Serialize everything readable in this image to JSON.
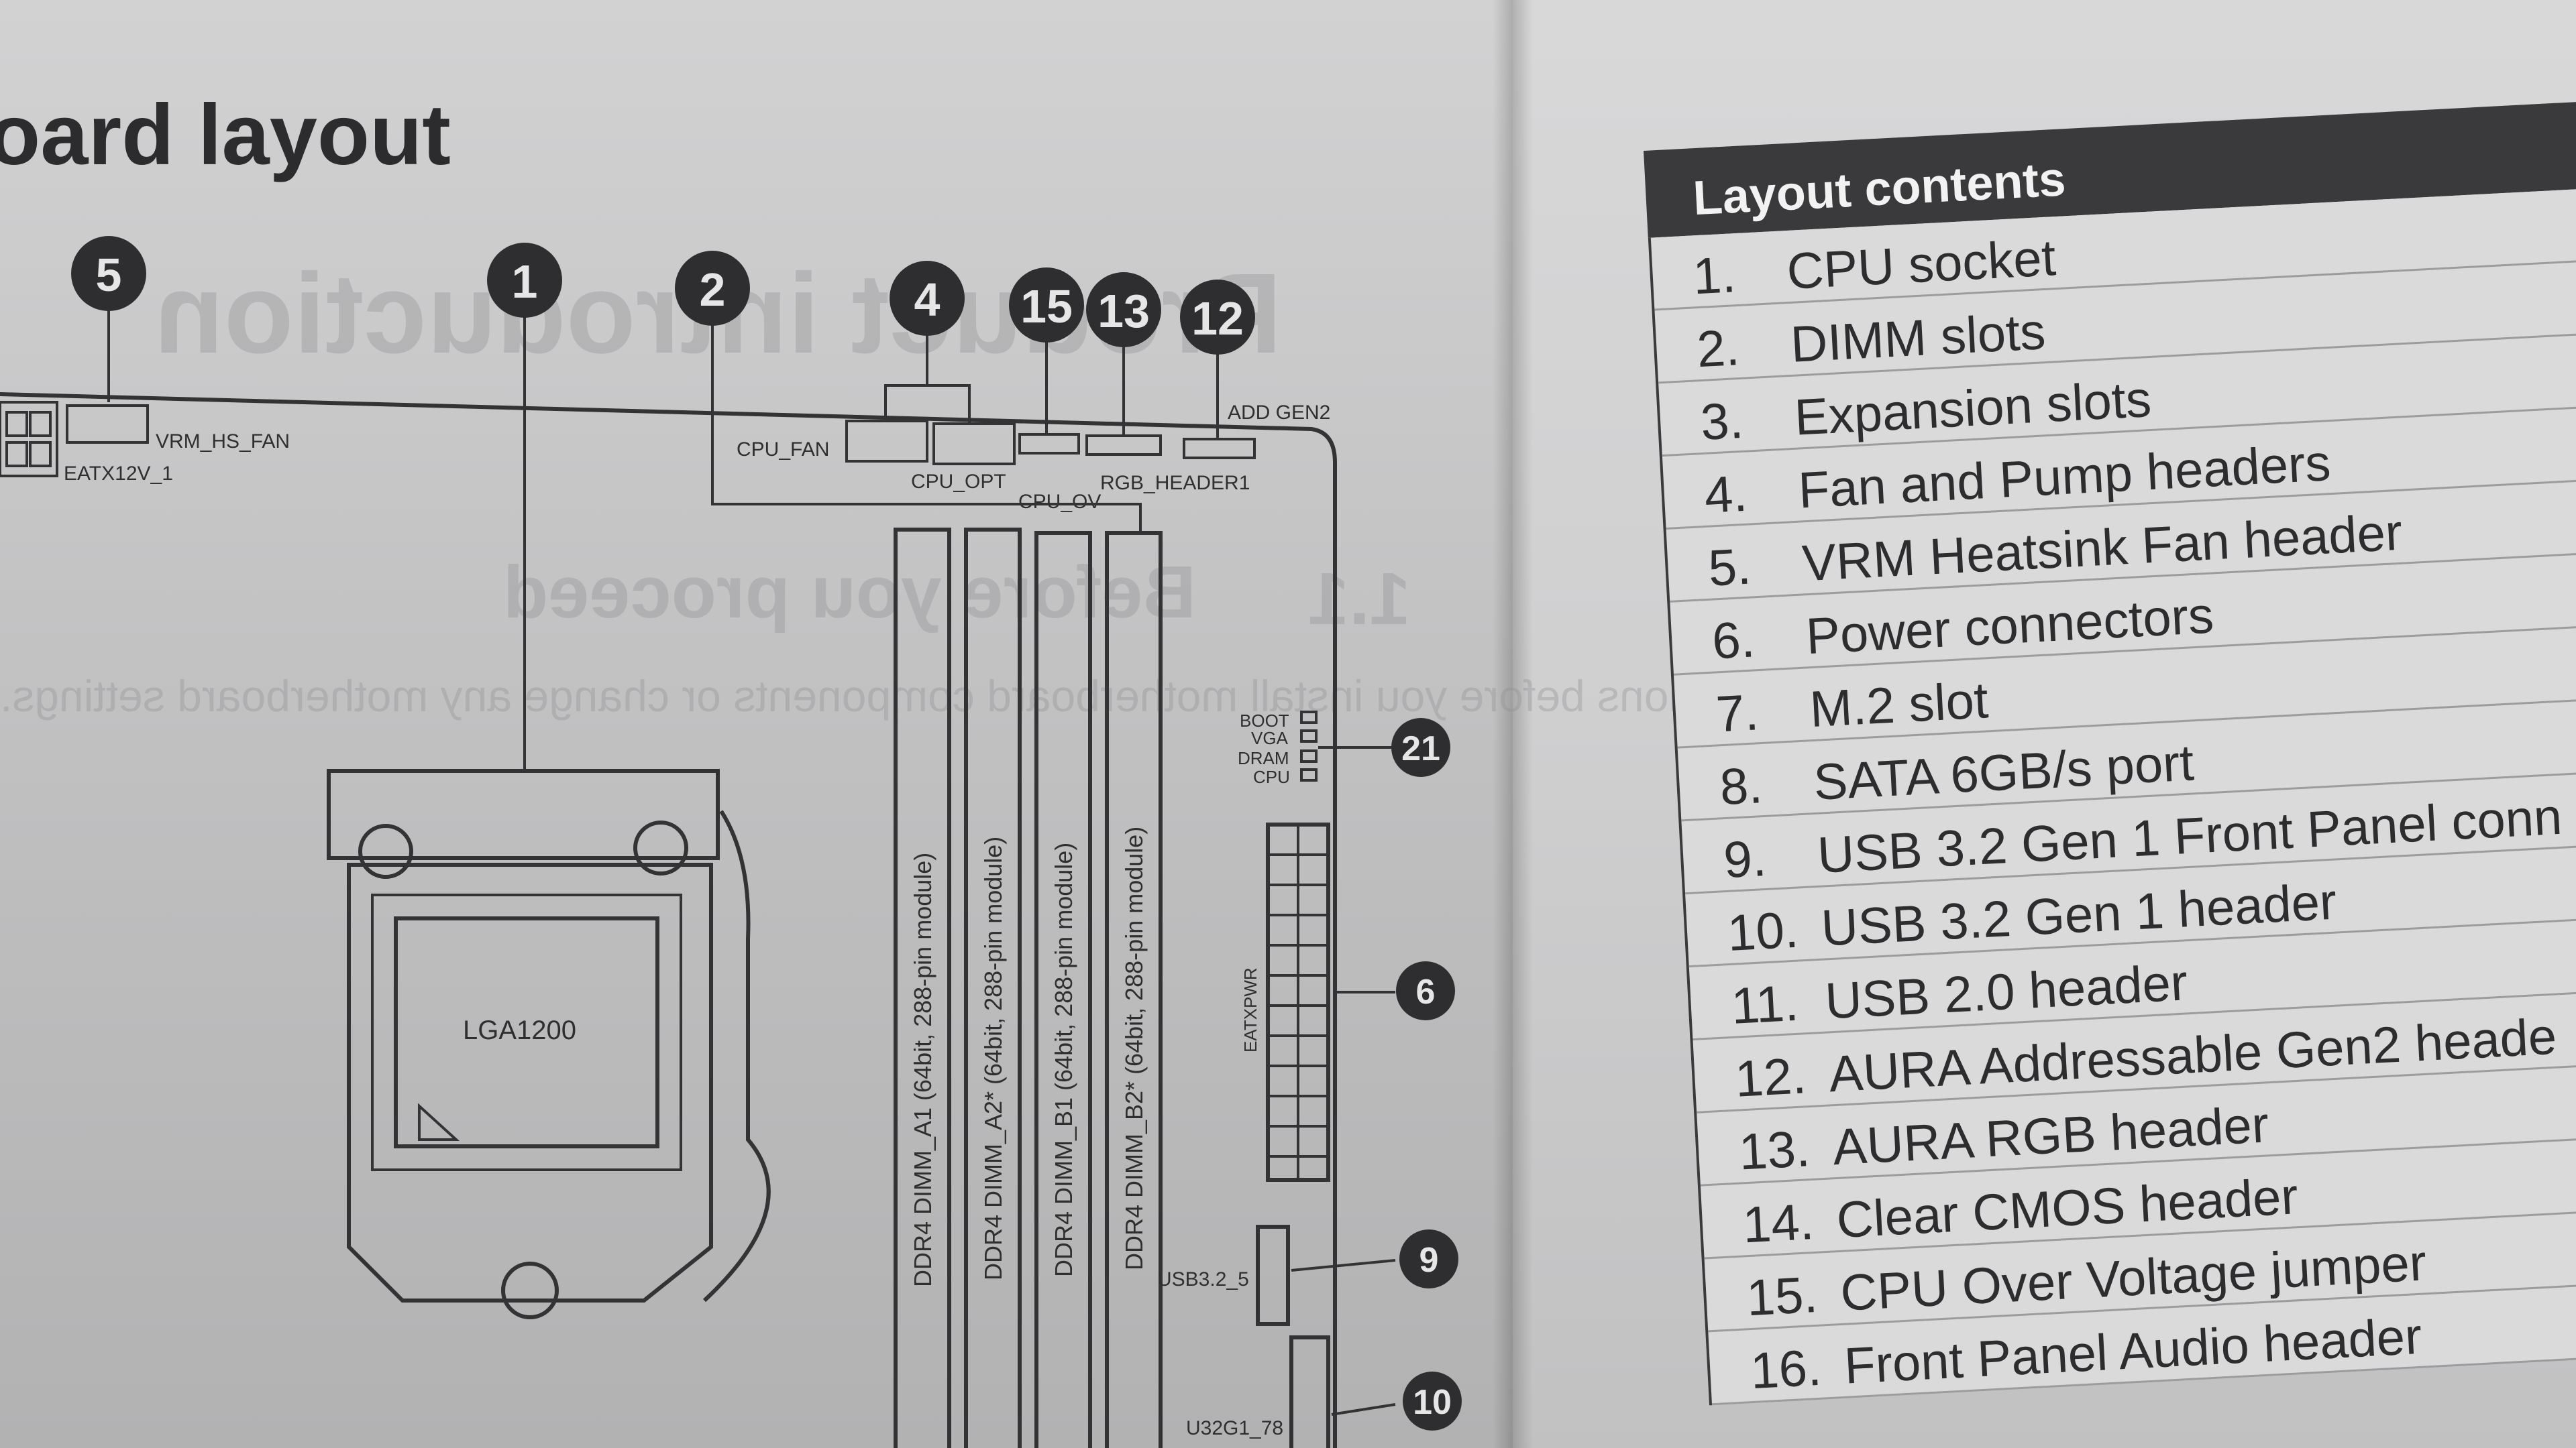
{
  "page": {
    "heading": "oard layout"
  },
  "ghost_text": [
    "Product introduction",
    "1.1",
    "Before you proceed",
    "Take note of the following precautions before you install motherboard components or change any motherboard settings."
  ],
  "diagram": {
    "callouts": [
      "5",
      "1",
      "2",
      "4",
      "15",
      "13",
      "12",
      "21",
      "6",
      "9",
      "10"
    ],
    "labels": {
      "vrm": "VRM_HS_FAN",
      "eatx12v": "EATX12V_1",
      "cpu_fan": "CPU_FAN",
      "cpu_opt": "CPU_OPT",
      "cpu_ov": "CPU_OV",
      "rgb": "RGB_HEADER1",
      "addgen2": "ADD GEN2",
      "socket": "LGA1200",
      "boot": "BOOT",
      "vga": "VGA",
      "dram": "DRAM",
      "cpu": "CPU",
      "eatxpwr": "EATXPWR",
      "usb32": "USB3.2_5",
      "u32g1": "U32G1_78"
    },
    "dimms": [
      "DDR4 DIMM_A1 (64bit, 288-pin module)",
      "DDR4 DIMM_A2* (64bit, 288-pin module)",
      "DDR4 DIMM_B1 (64bit, 288-pin module)",
      "DDR4 DIMM_B2* (64bit, 288-pin module)"
    ]
  },
  "table": {
    "title": "Layout contents",
    "rows": [
      {
        "n": "1.",
        "t": "CPU socket"
      },
      {
        "n": "2.",
        "t": "DIMM slots"
      },
      {
        "n": "3.",
        "t": "Expansion slots"
      },
      {
        "n": "4.",
        "t": "Fan and Pump headers"
      },
      {
        "n": "5.",
        "t": "VRM Heatsink Fan header"
      },
      {
        "n": "6.",
        "t": "Power connectors"
      },
      {
        "n": "7.",
        "t": "M.2 slot"
      },
      {
        "n": "8.",
        "t": "SATA 6GB/s port"
      },
      {
        "n": "9.",
        "t": "USB 3.2 Gen 1 Front Panel conn"
      },
      {
        "n": "10.",
        "t": "USB 3.2 Gen 1 header"
      },
      {
        "n": "11.",
        "t": "USB 2.0 header"
      },
      {
        "n": "12.",
        "t": "AURA Addressable Gen2 heade"
      },
      {
        "n": "13.",
        "t": "AURA RGB header"
      },
      {
        "n": "14.",
        "t": "Clear CMOS header"
      },
      {
        "n": "15.",
        "t": "CPU Over Voltage jumper"
      },
      {
        "n": "16.",
        "t": "Front Panel Audio header"
      }
    ]
  }
}
